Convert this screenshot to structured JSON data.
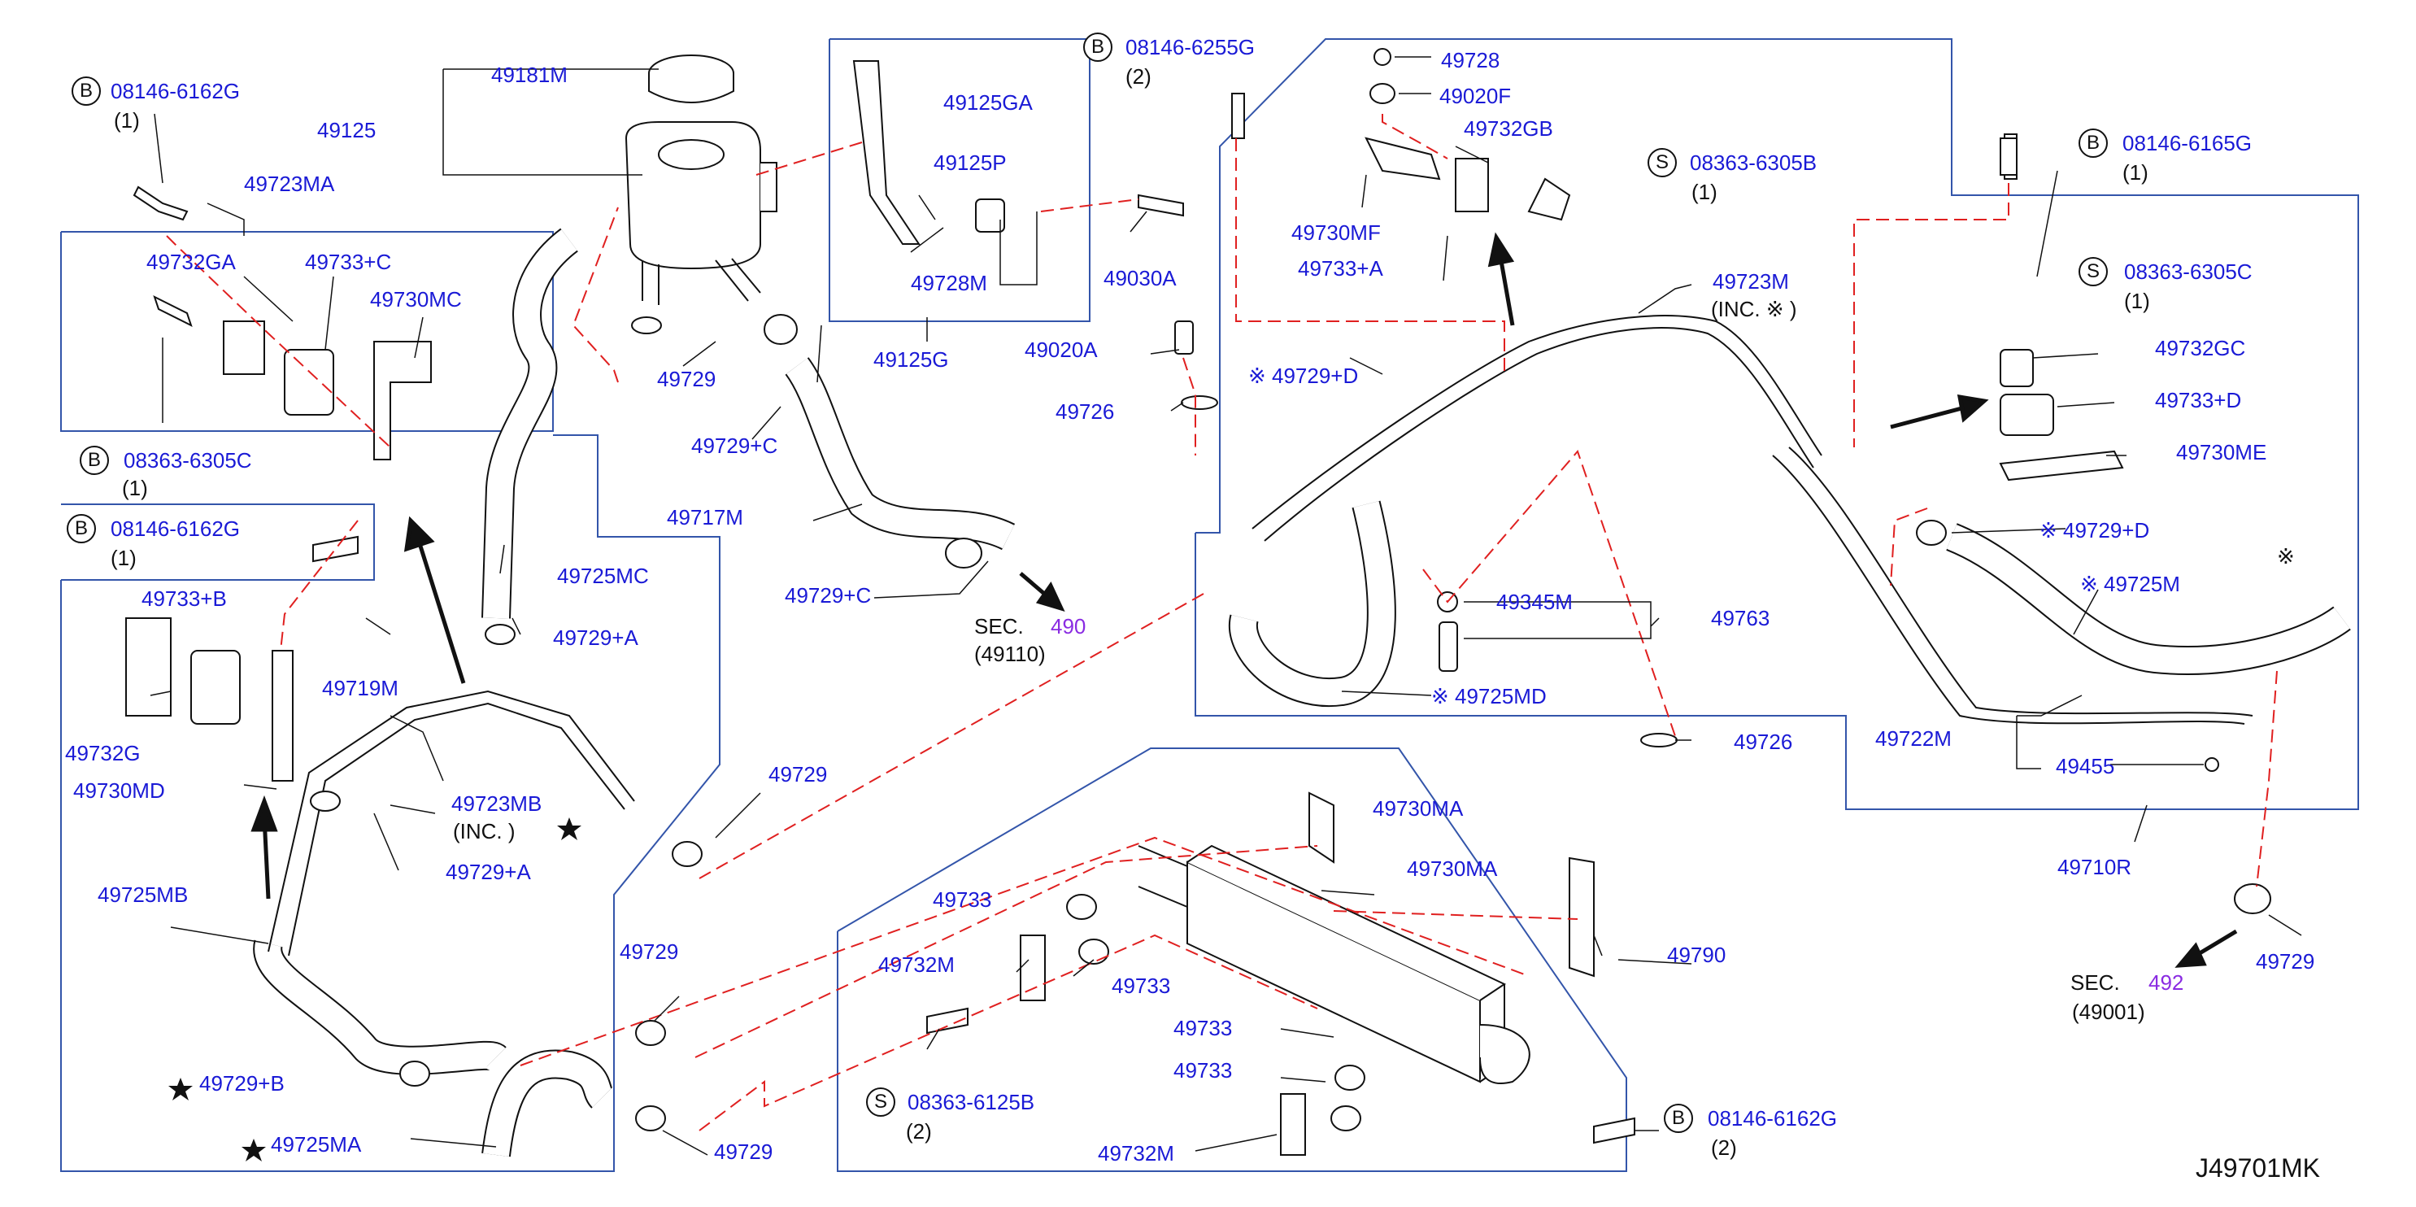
{
  "diagram_id": "J49701MK",
  "section_refs": [
    {
      "sec": "SEC.",
      "num": "490",
      "sub": "(49110)"
    },
    {
      "sec": "SEC.",
      "num": "492",
      "sub": "(49001)"
    }
  ],
  "fasteners": [
    {
      "badge": "B",
      "part": "08146-6162G",
      "qty": "(1)"
    },
    {
      "badge": "B",
      "part": "08363-6305C",
      "qty": "(1)"
    },
    {
      "badge": "B",
      "part": "08146-6162G",
      "qty": "(1)"
    },
    {
      "badge": "B",
      "part": "08146-6255G",
      "qty": "(2)"
    },
    {
      "badge": "S",
      "part": "08363-6305B",
      "qty": "(1)"
    },
    {
      "badge": "B",
      "part": "08146-6165G",
      "qty": "(1)"
    },
    {
      "badge": "S",
      "part": "08363-6305C",
      "qty": "(1)"
    },
    {
      "badge": "S",
      "part": "08363-6125B",
      "qty": "(2)"
    },
    {
      "badge": "B",
      "part": "08146-6162G",
      "qty": "(2)"
    }
  ],
  "parts": {
    "p49181M": "49181M",
    "p49125": "49125",
    "p49723MA": "49723MA",
    "p49732GA": "49732GA",
    "p49733Cp": "49733+C",
    "p49730MC": "49730MC",
    "p49729a": "49729",
    "p49729Cp1": "49729+C",
    "p49717M": "49717M",
    "p49729Cp2": "49729+C",
    "p49125GA": "49125GA",
    "p49125P": "49125P",
    "p49728M": "49728M",
    "p49125G": "49125G",
    "p49030A": "49030A",
    "p49020A": "49020A",
    "p49726a": "49726",
    "p49725MC": "49725MC",
    "p49729Ap1": "49729+A",
    "p49733Bp": "49733+B",
    "p49732G": "49732G",
    "p49730MD": "49730MD",
    "p49719M": "49719M",
    "p49723MB": "49723MB",
    "p49723MB_inc": "(INC.      )",
    "p49729Ap2": "49729+A",
    "p49725MB": "49725MB",
    "p49729b": "49729",
    "p49729c": "49729",
    "p49729Bp": "49729+B",
    "p49725MA": "49725MA",
    "p49729d": "49729",
    "p49728": "49728",
    "p49020F": "49020F",
    "p49732GB": "49732GB",
    "p49730MF": "49730MF",
    "p49733Ap": "49733+A",
    "p49723M": "49723M",
    "p49723M_inc": "(INC.   ※ )",
    "p49729Dp1": "※ 49729+D",
    "p49345M": "49345M",
    "p49763": "49763",
    "p49725MD": "※ 49725MD",
    "p49726b": "49726",
    "p49732GC": "49732GC",
    "p49733Dp": "49733+D",
    "p49730ME": "49730ME",
    "p49729Dp2": "※ 49729+D",
    "p49725M": "※ 49725M",
    "p49722M": "49722M",
    "p49455": "49455",
    "p49710R": "49710R",
    "p49729e": "49729",
    "p49730MA1": "49730MA",
    "p49730MA2": "49730MA",
    "p49733a": "49733",
    "p49732M1": "49732M",
    "p49733b": "49733",
    "p49790": "49790",
    "p49733c": "49733",
    "p49733d": "49733",
    "p49732M2": "49732M",
    "note_mark": "※"
  },
  "colors": {
    "label": "#1a1ad6",
    "box": "#3355aa",
    "dash": "#e02020",
    "line": "#111111",
    "section_num": "#8a2be2"
  }
}
